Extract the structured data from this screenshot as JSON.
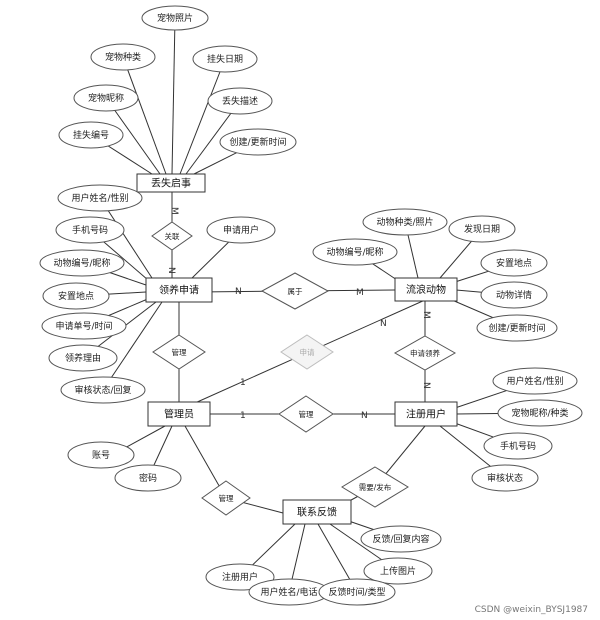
{
  "entities": {
    "lost_notice": "丢失启事",
    "adoption_application": "领养申请",
    "stray_animal": "流浪动物",
    "admin": "管理员",
    "registered_user": "注册用户",
    "contact_feedback": "联系反馈"
  },
  "relationships": {
    "association": "关联",
    "belongs_to": "属于",
    "manage_application": "管理",
    "apply_animal": "申请",
    "manage_user": "管理",
    "application_claim": "申请领养",
    "manage_feedback": "管理",
    "submit_publish": "需要/发布",
    "apply_user": "申请用户"
  },
  "attributes": {
    "lost_notice": [
      "宠物照片",
      "宠物种类",
      "挂失日期",
      "宠物昵称",
      "丢失描述",
      "挂失编号",
      "创建/更新时间"
    ],
    "adoption_application": [
      "用户姓名/性别",
      "手机号码",
      "动物编号/昵称",
      "安置地点",
      "申请单号/时间",
      "领养理由",
      "审核状态/回复"
    ],
    "stray_animal": [
      "动物种类/照片",
      "发现日期",
      "动物编号/昵称",
      "安置地点",
      "动物详情",
      "创建/更新时间"
    ],
    "admin": [
      "账号",
      "密码"
    ],
    "registered_user": [
      "用户姓名/性别",
      "宠物昵称/种类",
      "手机号码",
      "审核状态"
    ],
    "contact_feedback": [
      "反馈/回复内容",
      "注册用户",
      "上传图片",
      "用户姓名/电话",
      "反馈时间/类型"
    ]
  },
  "cardinality": {
    "lost_assoc_m": "M",
    "lost_assoc_n": "N",
    "app_belongs_n": "N",
    "belongs_animal_m": "M",
    "admin_apply_one": "1",
    "apply_animal_n": "N",
    "animal_claim_m": "M",
    "claim_user_n": "N",
    "admin_manage_one": "1",
    "manage_user_n": "N"
  },
  "watermark": "CSDN @weixin_BYSJ1987"
}
